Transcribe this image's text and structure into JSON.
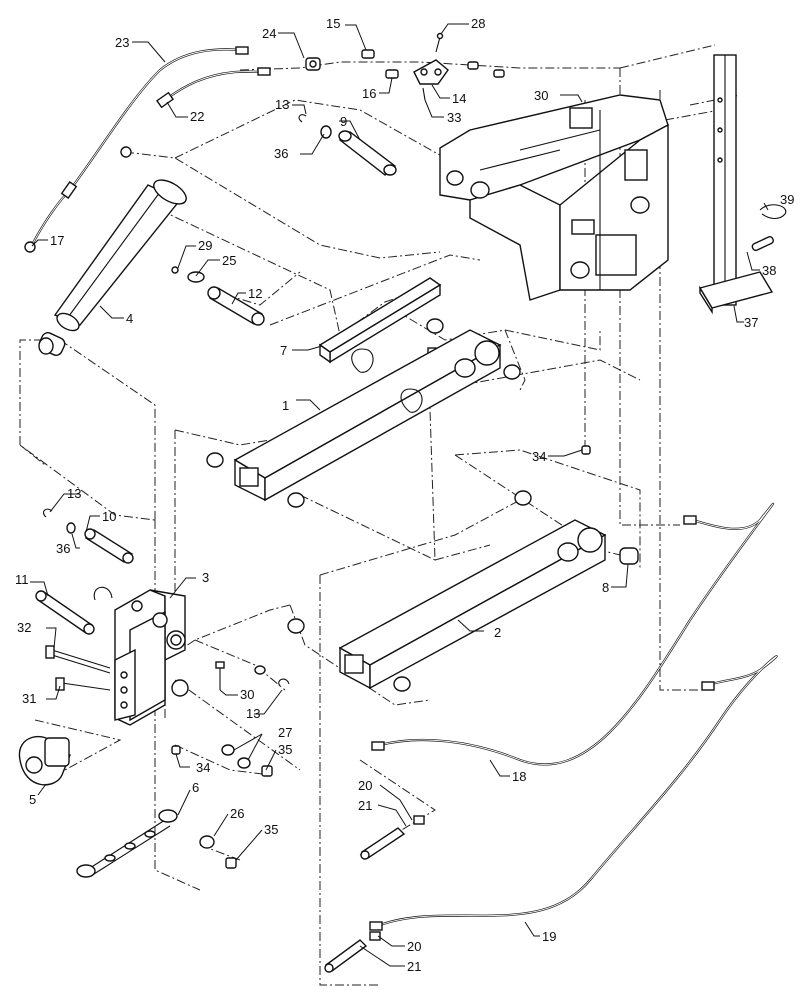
{
  "diagram": {
    "callouts": [
      {
        "id": "c1",
        "text": "1"
      },
      {
        "id": "c2",
        "text": "2"
      },
      {
        "id": "c3",
        "text": "3"
      },
      {
        "id": "c4",
        "text": "4"
      },
      {
        "id": "c5",
        "text": "5"
      },
      {
        "id": "c6",
        "text": "6"
      },
      {
        "id": "c7",
        "text": "7"
      },
      {
        "id": "c8",
        "text": "8"
      },
      {
        "id": "c9",
        "text": "9"
      },
      {
        "id": "c10",
        "text": "10"
      },
      {
        "id": "c11",
        "text": "11"
      },
      {
        "id": "c12",
        "text": "12"
      },
      {
        "id": "c13a",
        "text": "13"
      },
      {
        "id": "c13b",
        "text": "13"
      },
      {
        "id": "c13c",
        "text": "13"
      },
      {
        "id": "c14",
        "text": "14"
      },
      {
        "id": "c15",
        "text": "15"
      },
      {
        "id": "c16",
        "text": "16"
      },
      {
        "id": "c17",
        "text": "17"
      },
      {
        "id": "c18",
        "text": "18"
      },
      {
        "id": "c19",
        "text": "19"
      },
      {
        "id": "c20a",
        "text": "20"
      },
      {
        "id": "c20b",
        "text": "20"
      },
      {
        "id": "c21a",
        "text": "21"
      },
      {
        "id": "c21b",
        "text": "21"
      },
      {
        "id": "c22",
        "text": "22"
      },
      {
        "id": "c23",
        "text": "23"
      },
      {
        "id": "c24",
        "text": "24"
      },
      {
        "id": "c25",
        "text": "25"
      },
      {
        "id": "c26",
        "text": "26"
      },
      {
        "id": "c27",
        "text": "27"
      },
      {
        "id": "c28",
        "text": "28"
      },
      {
        "id": "c29",
        "text": "29"
      },
      {
        "id": "c30a",
        "text": "30"
      },
      {
        "id": "c30b",
        "text": "30"
      },
      {
        "id": "c31",
        "text": "31"
      },
      {
        "id": "c32",
        "text": "32"
      },
      {
        "id": "c33",
        "text": "33"
      },
      {
        "id": "c34a",
        "text": "34"
      },
      {
        "id": "c34b",
        "text": "34"
      },
      {
        "id": "c35a",
        "text": "35"
      },
      {
        "id": "c35b",
        "text": "35"
      },
      {
        "id": "c36a",
        "text": "36"
      },
      {
        "id": "c36b",
        "text": "36"
      },
      {
        "id": "c37",
        "text": "37"
      },
      {
        "id": "c38",
        "text": "38"
      },
      {
        "id": "c39",
        "text": "39"
      }
    ]
  }
}
